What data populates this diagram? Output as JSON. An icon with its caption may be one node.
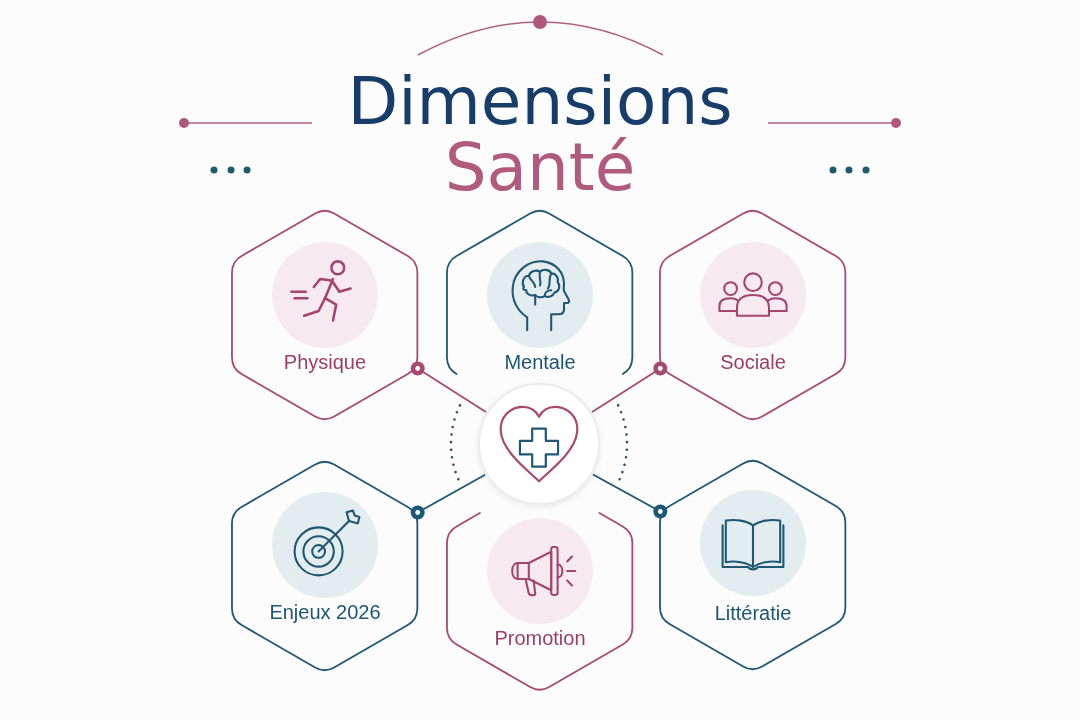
{
  "diagram": {
    "title": "Dimensions Santé",
    "nodes": [
      {
        "text": [
          "Physique"
        ]
      },
      {
        "text": [
          "Mentale"
        ]
      },
      {
        "text": [
          "Sociale"
        ]
      },
      {
        "text": [],
        "shape": "circle"
      },
      {
        "text": [
          "Enjeux 2026"
        ]
      },
      {
        "text": [
          "Promotion"
        ]
      },
      {
        "text": [
          "Littératie"
        ]
      }
    ],
    "edges": [
      {
        "from": 3,
        "to": 0,
        "arrow": "other",
        "color": "#a64a72"
      },
      {
        "from": 3,
        "to": 2,
        "arrow": "other",
        "color": "#a64a72"
      },
      {
        "from": 3,
        "to": 4,
        "arrow": "other",
        "color": "#1f5872"
      },
      {
        "from": 3,
        "to": 6,
        "arrow": "other",
        "color": "#1f5872"
      }
    ]
  }
}
